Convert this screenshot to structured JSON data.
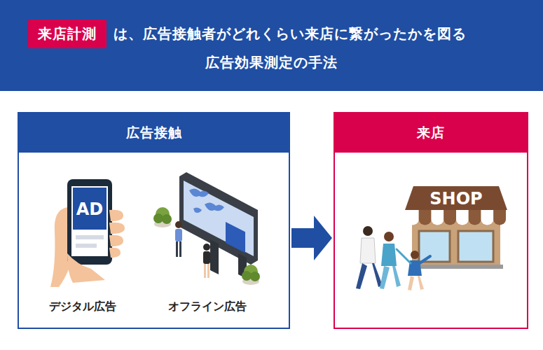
{
  "diagram": {
    "nodes": [
      {
        "text": [
          "は、広告接触者がどれくらい来店に繋がったかを図る",
          "広告効果測定の手法"
        ]
      },
      {
        "text": [
          "来店計測"
        ],
        "in": 0
      },
      {
        "text": [
          "広告接触"
        ]
      },
      {
        "text": [
          "来店"
        ]
      }
    ],
    "edges": [
      {
        "from": 2,
        "to": 3,
        "arrow": "to"
      }
    ],
    "labels": [
      "AD",
      "デジタル広告",
      "オフライン広告",
      "SHOP"
    ]
  }
}
